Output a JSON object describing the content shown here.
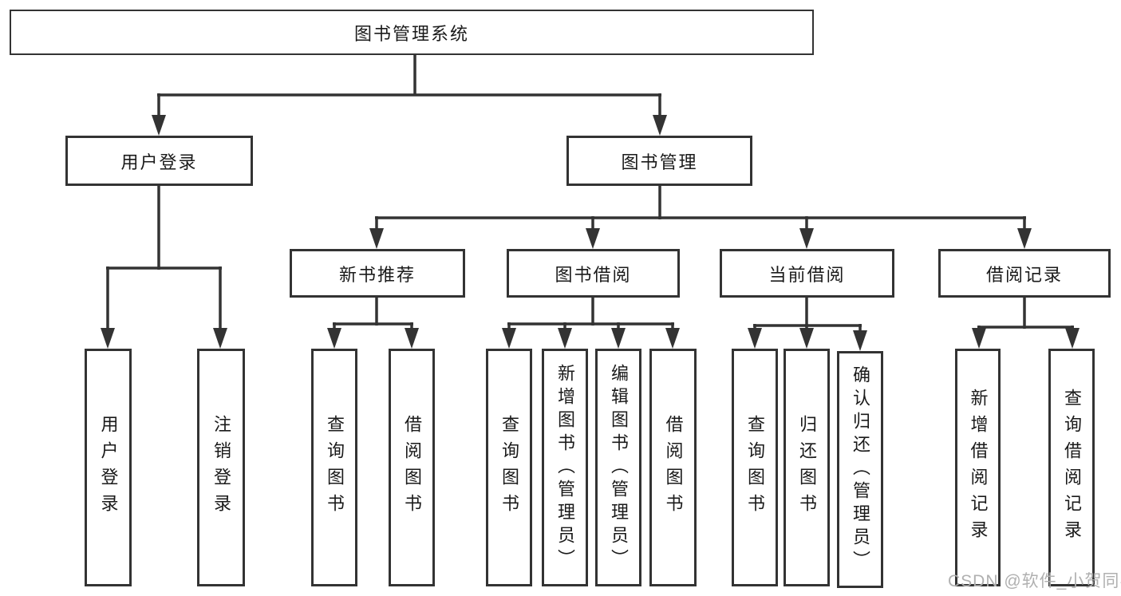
{
  "diagram": {
    "root": {
      "id": "book-management-system",
      "label": "图书管理系统"
    },
    "level1": [
      {
        "id": "user-login",
        "label": "用户登录",
        "parent": "图书管理系统"
      },
      {
        "id": "book-management",
        "label": "图书管理",
        "parent": "图书管理系统"
      }
    ],
    "level2": [
      {
        "id": "new-book-recommend",
        "label": "新书推荐",
        "parent": "图书管理"
      },
      {
        "id": "book-borrowing",
        "label": "图书借阅",
        "parent": "图书管理"
      },
      {
        "id": "current-borrowing",
        "label": "当前借阅",
        "parent": "图书管理"
      },
      {
        "id": "borrowing-records",
        "label": "借阅记录",
        "parent": "图书管理"
      }
    ],
    "leaves": [
      {
        "id": "user-login-leaf",
        "label": "用户登录",
        "parent": "用户登录"
      },
      {
        "id": "logout",
        "label": "注销登录",
        "parent": "用户登录"
      },
      {
        "id": "query-books-recommend",
        "label": "查询图书",
        "parent": "新书推荐"
      },
      {
        "id": "borrow-books-recommend",
        "label": "借阅图书",
        "parent": "新书推荐"
      },
      {
        "id": "query-books-borrowing",
        "label": "查询图书",
        "parent": "图书借阅"
      },
      {
        "id": "add-books-admin",
        "label": "新增图书（管理员）",
        "parent": "图书借阅"
      },
      {
        "id": "edit-books-admin",
        "label": "编辑图书（管理员）",
        "parent": "图书借阅"
      },
      {
        "id": "borrow-books-borrowing",
        "label": "借阅图书",
        "parent": "图书借阅"
      },
      {
        "id": "query-books-current",
        "label": "查询图书",
        "parent": "当前借阅"
      },
      {
        "id": "return-books",
        "label": "归还图书",
        "parent": "当前借阅"
      },
      {
        "id": "confirm-return-admin",
        "label": "确认归还（管理员）",
        "parent": "当前借阅"
      },
      {
        "id": "add-borrow-record",
        "label": "新增借阅记录",
        "parent": "借阅记录"
      },
      {
        "id": "query-borrow-record",
        "label": "查询借阅记录",
        "parent": "借阅记录"
      }
    ]
  },
  "watermark": {
    "text": "CSDN @软件_小贺同学"
  },
  "colors": {
    "line": "#333333",
    "text": "#1a1a1a",
    "background": "#ffffff",
    "watermark": "#b0b0b0"
  }
}
